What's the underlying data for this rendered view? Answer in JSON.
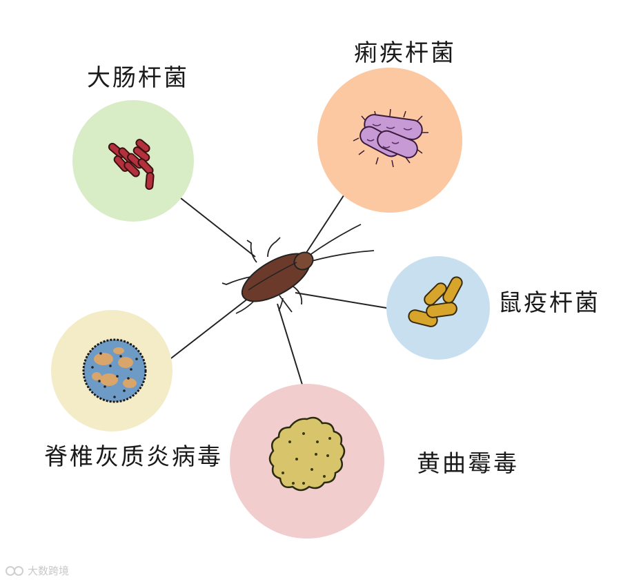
{
  "labels": {
    "ecoli": "大肠杆菌",
    "shigella": "痢疾杆菌",
    "plague": "鼠疫杆菌",
    "polio": "脊椎灰质炎病毒",
    "aflatoxin": "黄曲霉毒"
  },
  "watermark": "大数跨境",
  "colors": {
    "ecoli_circle": "#d8ecc6",
    "shigella_circle": "#fbc8a2",
    "plague_circle": "#c8dff0",
    "polio_circle": "#f3ecc6",
    "aflatoxin_circle": "#f1cdcd",
    "cockroach": "#6b3a2a"
  }
}
